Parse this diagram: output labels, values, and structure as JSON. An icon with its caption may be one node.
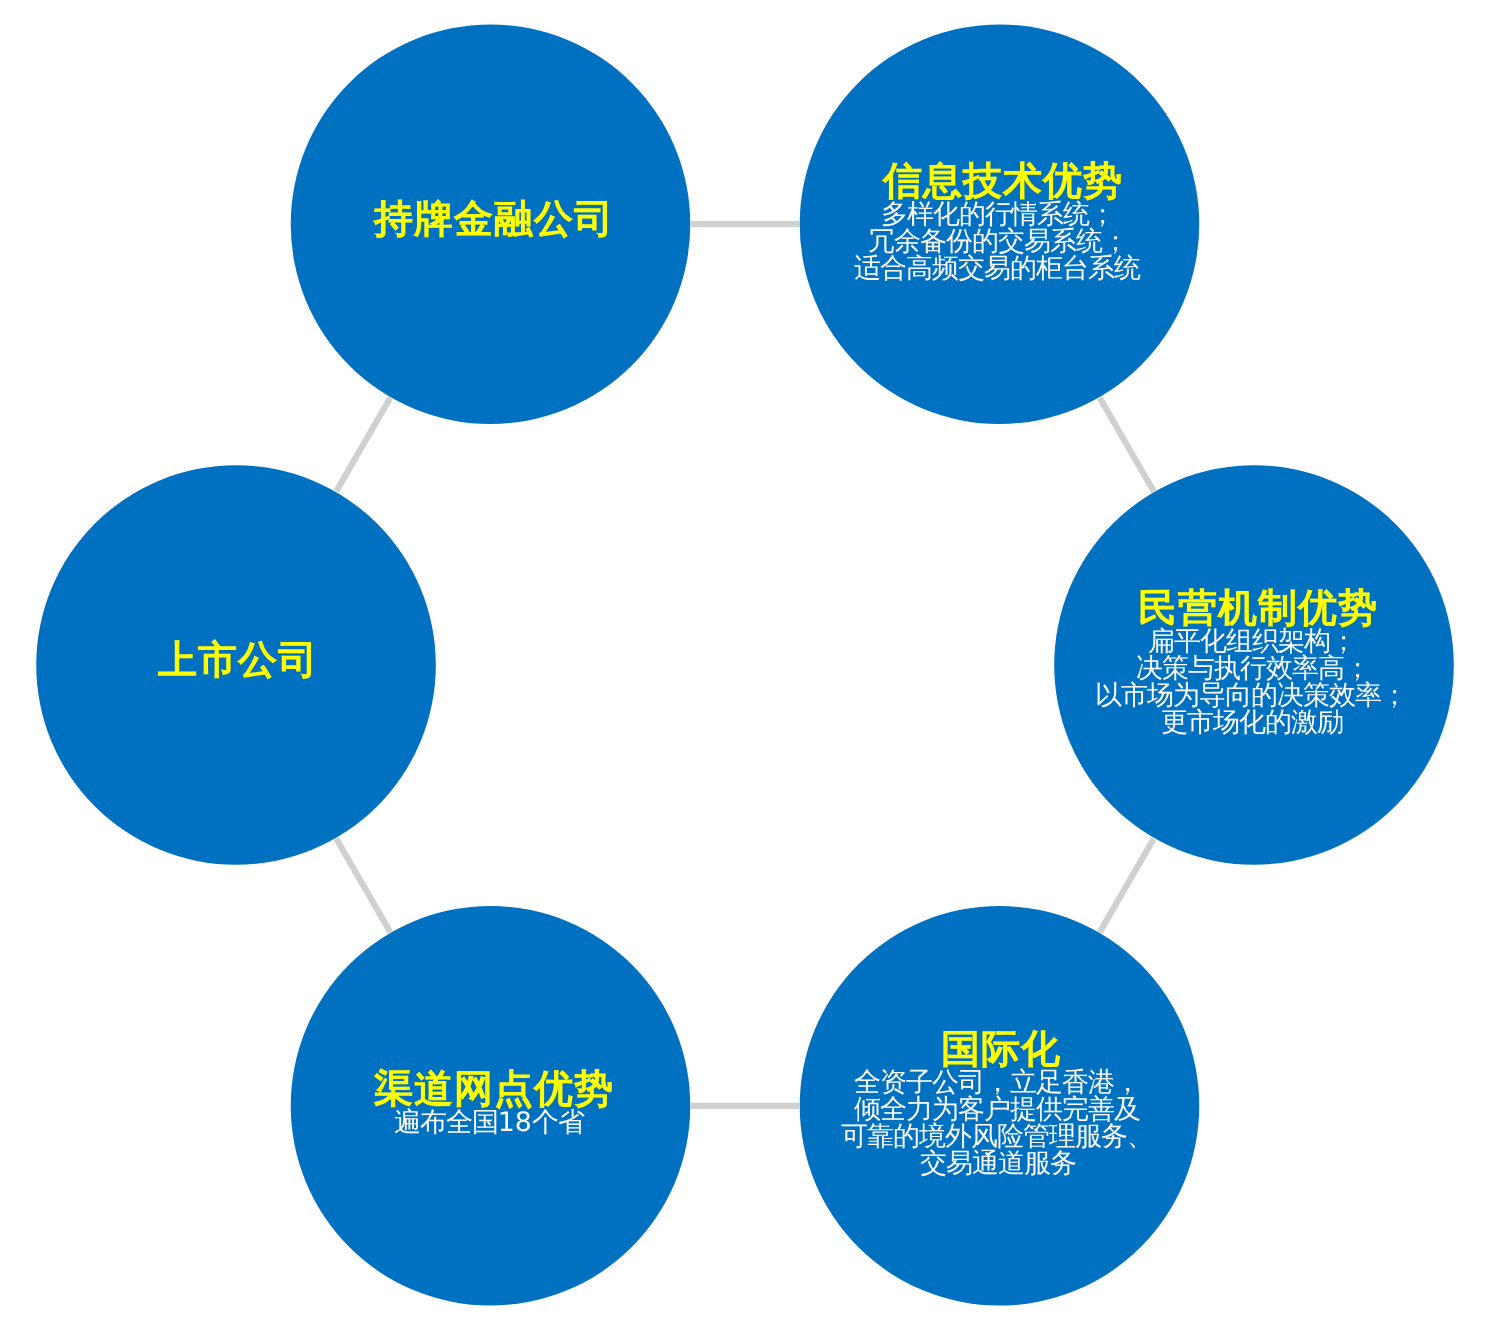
{
  "diagram": {
    "nodes": [
      {
        "text": [
          "持牌金融公司"
        ]
      },
      {
        "text": [
          "信息技术优势",
          "多样化的行情系统；冗余备份的交易系统；适合高频交易的柜台系统"
        ]
      },
      {
        "text": [
          "民营机制优势",
          "扁平化组织架构；决策与执行效率高；以市场为导向的决策效率；更市场化的激励"
        ]
      },
      {
        "text": [
          "国际化",
          "全资子公司，立足香港，倾全力为客户提供完善及可靠的境外风险管理服务、交易通道服务"
        ]
      },
      {
        "text": [
          "渠道网点优势",
          "遍布全国18个省"
        ]
      },
      {
        "text": [
          "上市公司"
        ]
      }
    ],
    "edges": [
      {
        "from": 0,
        "to": 1,
        "arrow": "none"
      },
      {
        "from": 1,
        "to": 2,
        "arrow": "none"
      },
      {
        "from": 2,
        "to": 3,
        "arrow": "none"
      },
      {
        "from": 3,
        "to": 4,
        "arrow": "none"
      },
      {
        "from": 4,
        "to": 5,
        "arrow": "none"
      },
      {
        "from": 5,
        "to": 0,
        "arrow": "none"
      }
    ]
  }
}
